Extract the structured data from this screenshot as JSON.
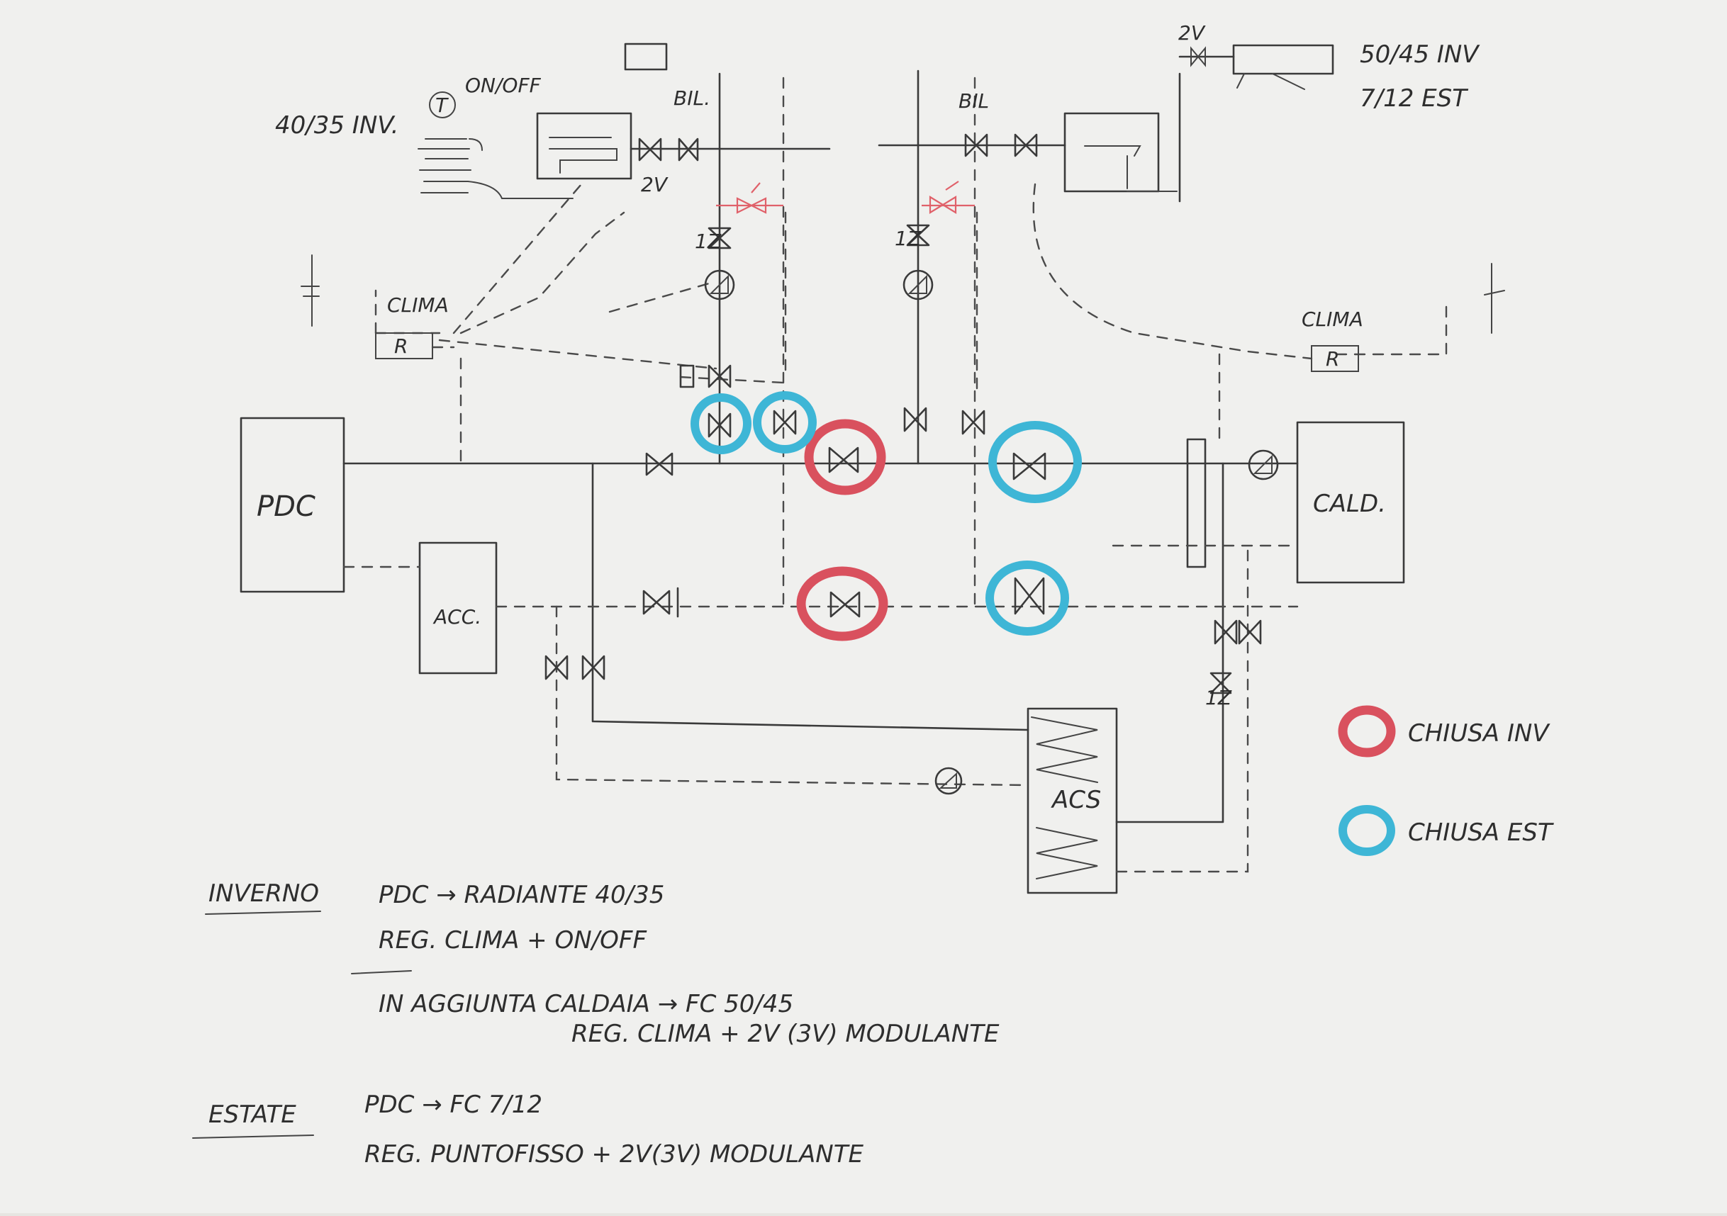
{
  "colors": {
    "paper": "#f1f1ef",
    "ink": "#3a3a3a",
    "closed_winter": "#d9515e",
    "closed_summer": "#3eb6d6"
  },
  "labels": {
    "radiant_temp": "40/35 INV.",
    "on_off": "ON/OFF",
    "thermostat_symbol": "T",
    "bil_left": "BIL.",
    "bil_right": "BIL",
    "valve_2v_left": "2V",
    "valve_2v_top": "2V",
    "fc_winter": "50/45 INV",
    "fc_summer": "7/12 EST",
    "clima_left": "CLIMA",
    "clima_right": "CLIMA",
    "probe_left": "R",
    "probe_right": "R",
    "valve_1z_left": "1Z",
    "valve_1z_right": "1Z",
    "valve_1z_bottom": "1Z",
    "pdc": "PDC",
    "acc": "ACC.",
    "calo": "CALD.",
    "acs": "ACS"
  },
  "legend": {
    "winter_closed": "CHIUSA INV",
    "summer_closed": "CHIUSA EST"
  },
  "notes": {
    "winter_title": "INVERNO",
    "winter_line1": "PDC → RADIANTE 40/35",
    "winter_line2": "REG. CLIMA + ON/OFF",
    "winter_extra1": "IN AGGIUNTA  CALDAIA → FC  50/45",
    "winter_extra2": "REG. CLIMA + 2V (3V) MODULANTE",
    "summer_title": "ESTATE",
    "summer_line1": "PDC → FC  7/12",
    "summer_line2": "REG.  PUNTOFISSO + 2V(3V) MODULANTE"
  }
}
